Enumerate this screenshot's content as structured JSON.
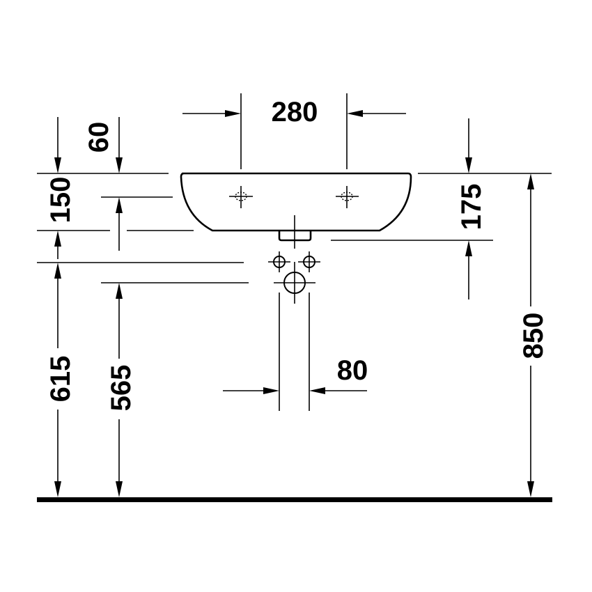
{
  "drawing": {
    "type": "washbasin installation dimension drawing",
    "units": "mm",
    "colors": {
      "line": "#000000",
      "background": "#ffffff"
    },
    "dimensions": {
      "tap_hole_spacing": "280",
      "tap_hole_offset_from_top": "60",
      "basin_front_height": "150",
      "basin_total_depth": "175",
      "supply_height": "615",
      "waste_height": "565",
      "rim_height": "850",
      "supply_spacing": "80"
    }
  }
}
